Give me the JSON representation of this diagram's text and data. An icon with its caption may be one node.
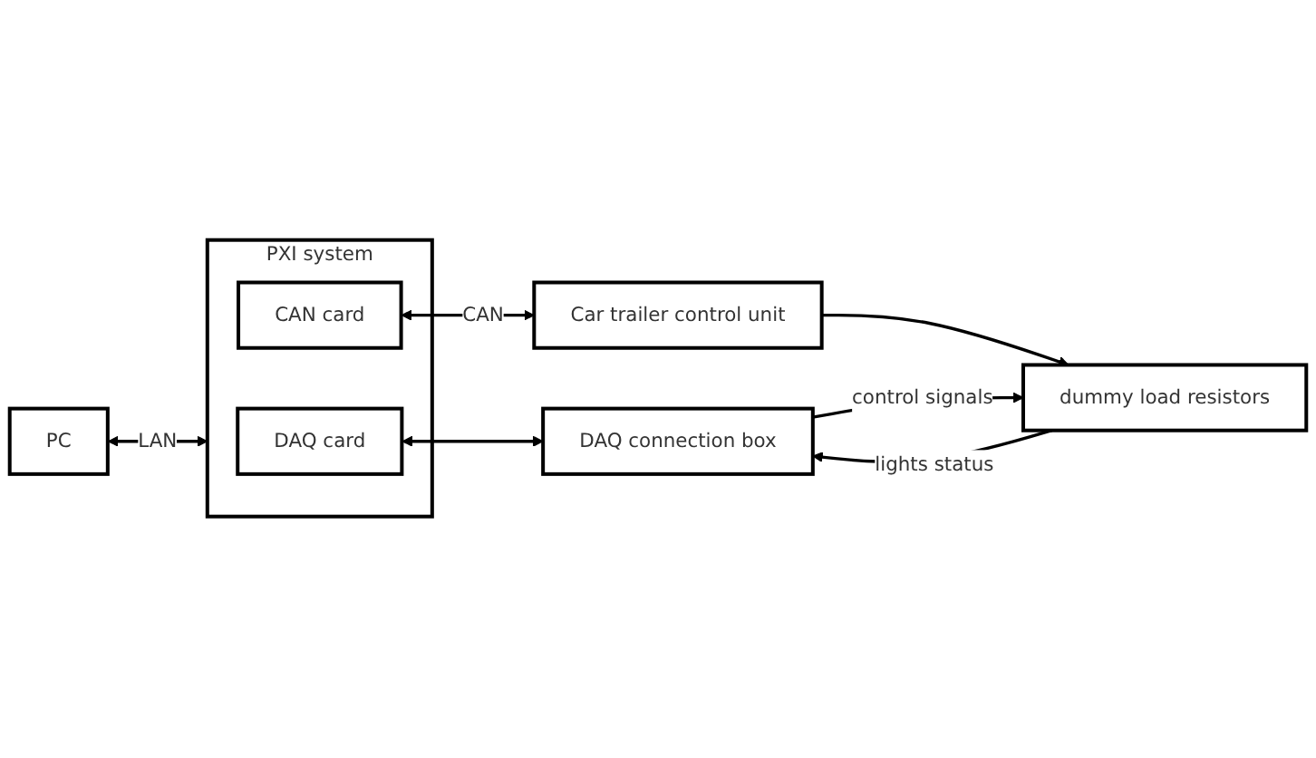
{
  "diagram": {
    "nodes": [
      {
        "text": [
          "PC"
        ]
      },
      {
        "text": [
          "PXI system"
        ]
      },
      {
        "text": [
          "DAQ card"
        ],
        "in": 1
      },
      {
        "text": [
          "CAN card"
        ],
        "in": 1
      },
      {
        "text": [
          "Car trailer control unit"
        ]
      },
      {
        "text": [
          "DAQ connection box"
        ]
      },
      {
        "text": [
          "dummy load resistors"
        ]
      }
    ],
    "edges": [
      {
        "from": 0,
        "to": 1,
        "arrow": "both",
        "label": "LAN"
      },
      {
        "from": 3,
        "to": 4,
        "arrow": "both",
        "label": "CAN"
      },
      {
        "from": 2,
        "to": 5,
        "arrow": "both"
      },
      {
        "from": 4,
        "to": 6,
        "arrow": "to"
      },
      {
        "from": 5,
        "to": 6,
        "arrow": "to",
        "label": "control signals"
      },
      {
        "from": 6,
        "to": 5,
        "arrow": "to",
        "label": "lights status"
      }
    ]
  }
}
